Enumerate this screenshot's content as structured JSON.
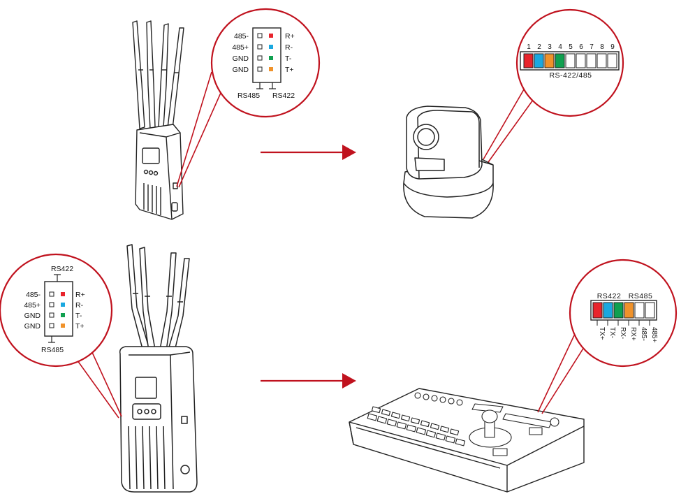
{
  "colors": {
    "accent_red": "#c0121e",
    "pin_red": "#e8242c",
    "pin_blue": "#1aa8e0",
    "pin_green": "#10a050",
    "pin_orange": "#f0922a",
    "line": "#222222"
  },
  "top_connector": {
    "left_labels": [
      "485-",
      "485+",
      "GND",
      "GND"
    ],
    "right_labels": [
      "R+",
      "R-",
      "T-",
      "T+"
    ],
    "pin_colors": [
      "pin_red",
      "pin_blue",
      "pin_green",
      "pin_orange"
    ],
    "bottom_left": "RS485",
    "bottom_right": "RS422"
  },
  "camera_port": {
    "numbers": [
      "1",
      "2",
      "3",
      "4",
      "5",
      "6",
      "7",
      "8",
      "9"
    ],
    "pin_colors": [
      "pin_red",
      "pin_blue",
      "pin_orange",
      "pin_green",
      "",
      "",
      "",
      "",
      ""
    ],
    "caption": "RS-422/485"
  },
  "bottom_connector": {
    "top_label": "RS422",
    "left_labels": [
      "485-",
      "485+",
      "GND",
      "GND"
    ],
    "right_labels": [
      "R+",
      "R-",
      "T-",
      "T+"
    ],
    "pin_colors": [
      "pin_red",
      "pin_blue",
      "pin_green",
      "pin_orange"
    ],
    "bottom_label": "RS485"
  },
  "controller_port": {
    "group_left": "RS422",
    "group_right": "RS485",
    "pin_colors": [
      "pin_red",
      "pin_blue",
      "pin_green",
      "pin_orange",
      "",
      ""
    ],
    "pin_labels": [
      "TX+",
      "TX-",
      "RX-",
      "RX+",
      "485-",
      "485+"
    ]
  },
  "icons": {
    "transmitter": "wireless-transmitter-icon",
    "camera": "ptz-camera-icon",
    "controller": "ptz-controller-keyboard-icon",
    "arrow": "arrow-right-icon"
  }
}
